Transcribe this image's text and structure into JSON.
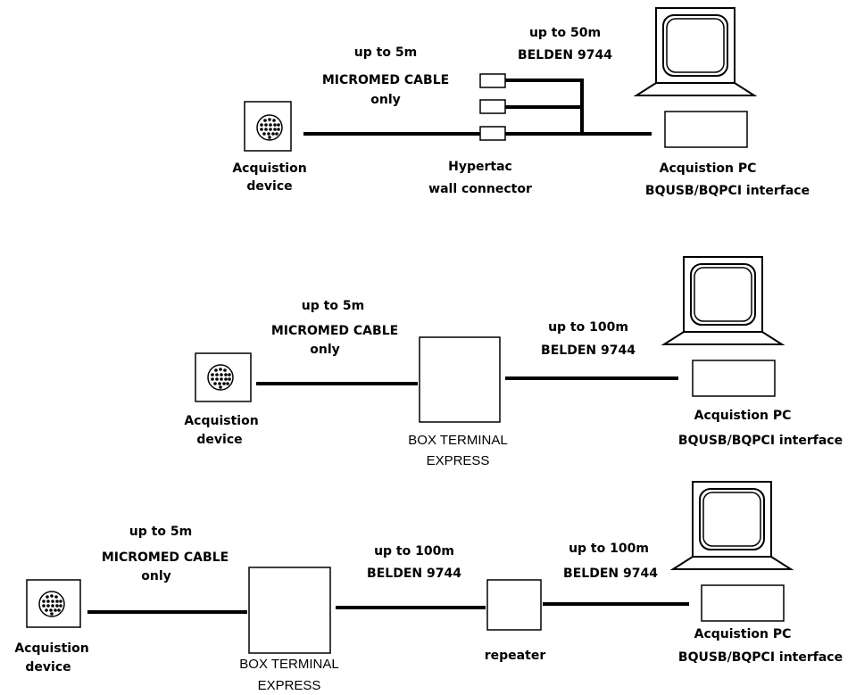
{
  "diagram1": {
    "cable_short": {
      "line1": "up to 5m",
      "line2": "MICROMED CABLE",
      "line3": "only"
    },
    "cable_long": {
      "line1": "up to 50m",
      "line2": "BELDEN 9744"
    },
    "device": {
      "line1": "Acquistion",
      "line2": "device"
    },
    "wall_connector": {
      "line1": "Hypertac",
      "line2": "wall connector"
    },
    "pc": {
      "line1": "Acquistion PC",
      "line2": "BQUSB/BQPCI interface"
    }
  },
  "diagram2": {
    "cable_short": {
      "line1": "up to 5m",
      "line2": "MICROMED CABLE",
      "line3": "only"
    },
    "cable_long": {
      "line1": "up to 100m",
      "line2": "BELDEN 9744"
    },
    "device": {
      "line1": "Acquistion",
      "line2": "device"
    },
    "box": {
      "line1": "BOX TERMINAL",
      "line2": "EXPRESS"
    },
    "pc": {
      "line1": "Acquistion PC",
      "line2": "BQUSB/BQPCI interface"
    }
  },
  "diagram3": {
    "cable_short": {
      "line1": "up to 5m",
      "line2": "MICROMED CABLE",
      "line3": "only"
    },
    "cable_mid": {
      "line1": "up to 100m",
      "line2": "BELDEN 9744"
    },
    "cable_long": {
      "line1": "up to 100m",
      "line2": "BELDEN 9744"
    },
    "device": {
      "line1": "Acquistion",
      "line2": "device"
    },
    "box": {
      "line1": "BOX TERMINAL",
      "line2": "EXPRESS"
    },
    "repeater": "repeater",
    "pc": {
      "line1": "Acquistion PC",
      "line2": "BQUSB/BQPCI interface"
    }
  }
}
